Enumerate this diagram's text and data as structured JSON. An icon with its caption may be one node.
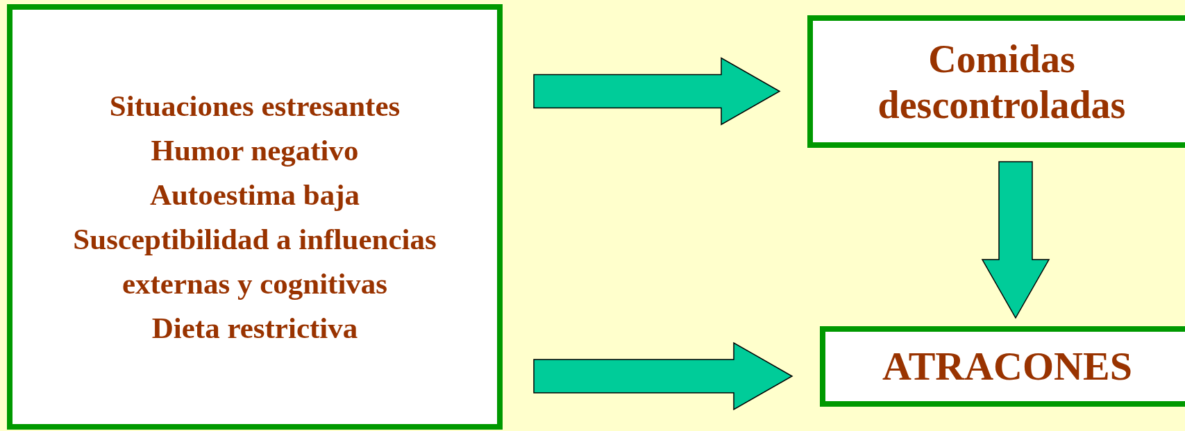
{
  "diagram": {
    "nodes": [
      {
        "text": [
          "Situaciones estresantes",
          "Humor negativo",
          "Autoestima baja",
          "Susceptibilidad a influencias externas y cognitivas",
          "Dieta restrictiva"
        ]
      },
      {
        "text": [
          "Comidas descontroladas"
        ]
      },
      {
        "text": [
          "ATRACONES"
        ]
      }
    ],
    "edges": [
      {
        "from": 0,
        "to": 1,
        "arrow": "to"
      },
      {
        "from": 0,
        "to": 2,
        "arrow": "to"
      },
      {
        "from": 1,
        "to": 2,
        "arrow": "to"
      }
    ]
  }
}
